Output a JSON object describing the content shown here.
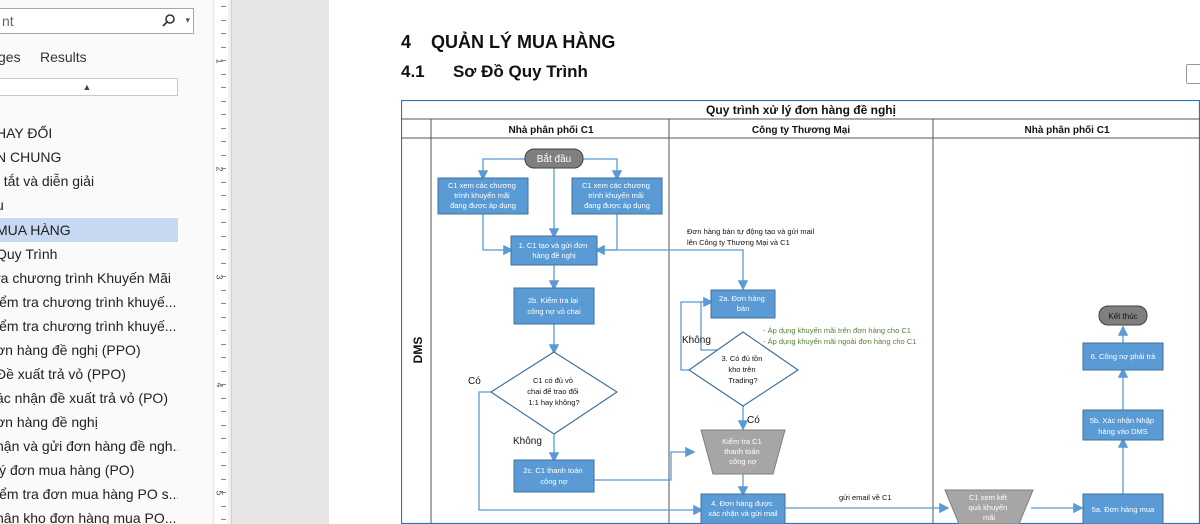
{
  "nav": {
    "search_value": "nt",
    "tabs": [
      "ges",
      "Results"
    ],
    "items": [
      "HAY ĐỔI",
      "N CHUNG",
      "t tắt và diễn giải",
      "u",
      "MUA HÀNG",
      "Quy Trình",
      "ra chương trình Khuyến Mãi",
      "iểm tra chương trình khuyế...",
      "iểm tra chương trình khuyế...",
      "ơn hàng đề nghị (PPO)",
      "Đề xuất trả vỏ (PPO)",
      "ác nhận đề xuất trả vỏ (PO)",
      "ơn hàng đề nghị",
      "hận và gửi đơn hàng đề ngh...",
      "lý đơn mua hàng (PO)",
      "iểm tra đơn mua hàng PO s...",
      "hận kho đơn hàng mua PO..."
    ],
    "selected_index": 4
  },
  "ruler": {
    "numbers": [
      "1",
      "2",
      "3",
      "4",
      "5"
    ]
  },
  "doc": {
    "heading1": "4    QUẢN LÝ MUA HÀNG",
    "heading2": "4.1      Sơ Đồ Quy Trình"
  },
  "diagram": {
    "title": "Quy trình xử lý đơn hàng đề nghị",
    "side_label": "DMS",
    "lanes": [
      "Nhà phân phối C1",
      "Công ty Thương Mại",
      "Nhà phân phối C1"
    ],
    "start": "Bắt đầu",
    "end": "Kết thúc",
    "boxes": {
      "c1_view_left": [
        "C1 xem các chương",
        "trình khuyến mãi",
        "đang được áp dụng"
      ],
      "c1_view_right": [
        "C1 xem các chương",
        "trình khuyến mãi",
        "đang được áp dụng"
      ],
      "step1": [
        "1. C1 tạo và gửi đơn",
        "hàng đề nghị"
      ],
      "step2b": [
        "2b. Kiểm tra lại",
        "công nợ vỏ chai"
      ],
      "decision_c1": [
        "C1 có đủ vỏ",
        "chai để trao đổi",
        "1:1 hay không?"
      ],
      "step2c": [
        "2c. C1 thanh toán",
        "công nợ"
      ],
      "step2a": [
        "2a. Đơn hàng",
        "bán"
      ],
      "decision3": [
        "3. Có đủ tồn",
        "kho trên",
        "Trading?"
      ],
      "check_c1": [
        "Kiểm tra C1",
        "thanh toán",
        "công nợ"
      ],
      "step4": [
        "4. Đơn hàng được",
        "xác nhận và gửi mail"
      ],
      "c1_view_result": [
        "C1 xem kết",
        "quả khuyến",
        "mãi"
      ],
      "step5a": [
        "5a. Đơn hàng mua"
      ],
      "step5b": [
        "5b. Xác nhận Nhập",
        "hàng vào DMS"
      ],
      "step6": [
        "6. Công nợ phải trả"
      ]
    },
    "notes": {
      "auto_order": [
        "Đơn hàng bán tự động tạo và gửi mail",
        "lên Công ty Thương Mại và C1"
      ],
      "promo": [
        "- Áp dụng khuyến mãi trên đơn hàng cho C1",
        "- Áp dụng khuyến mãi ngoài đơn hàng cho C1"
      ],
      "email": "gửi email  về C1"
    },
    "labels": {
      "yes_left": "Có",
      "no_left": "Không",
      "no_mid": "Không",
      "yes_mid": "Có"
    },
    "colors": {
      "box_fill": "#5b9bd5",
      "box_stroke": "#41719c",
      "gray_fill": "#a6a6a6",
      "promo_text": "#548235",
      "frame": "#2e75b6"
    }
  }
}
